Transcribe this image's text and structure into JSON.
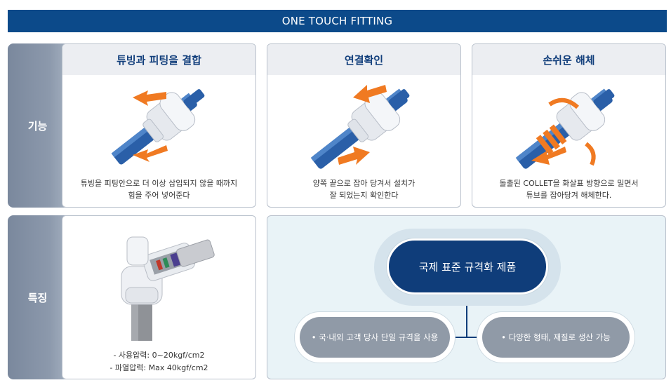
{
  "header": {
    "title": "ONE TOUCH FITTING"
  },
  "rows": {
    "function_label": "기능",
    "feature_label": "특징"
  },
  "function_cards": [
    {
      "title": "튜빙과 피팅을 결합",
      "desc_line1": "튜빙을 피팅안으로 더 이상 삽입되지 않을 때까지",
      "desc_line2": "힘을 주어 넣어준다"
    },
    {
      "title": "연결확인",
      "desc_line1": "양쪽 끝으로 잡아 당겨서 설치가",
      "desc_line2": "잘 되었는지 확인한다"
    },
    {
      "title": "손쉬운 해체",
      "desc_line1": "돌출된 COLLET을 화살표 방향으로 밀면서",
      "desc_line2": "튜브를 잡아당겨 해체한다."
    }
  ],
  "feature_card": {
    "spec_line1": "- 사용압력: 0~20kgf/cm2",
    "spec_line2": "- 파열압력: Max 40kgf/cm2"
  },
  "feature_panel": {
    "main": "국제 표준 규격화 제품",
    "left": "• 국·내외 고객 당사 단일 규격을 사용",
    "right": "• 다양한 형태, 재질로 생산 가능"
  },
  "colors": {
    "navy": "#0c4a8a",
    "orange": "#f07a22",
    "tube_blue": "#2a5fa8"
  }
}
